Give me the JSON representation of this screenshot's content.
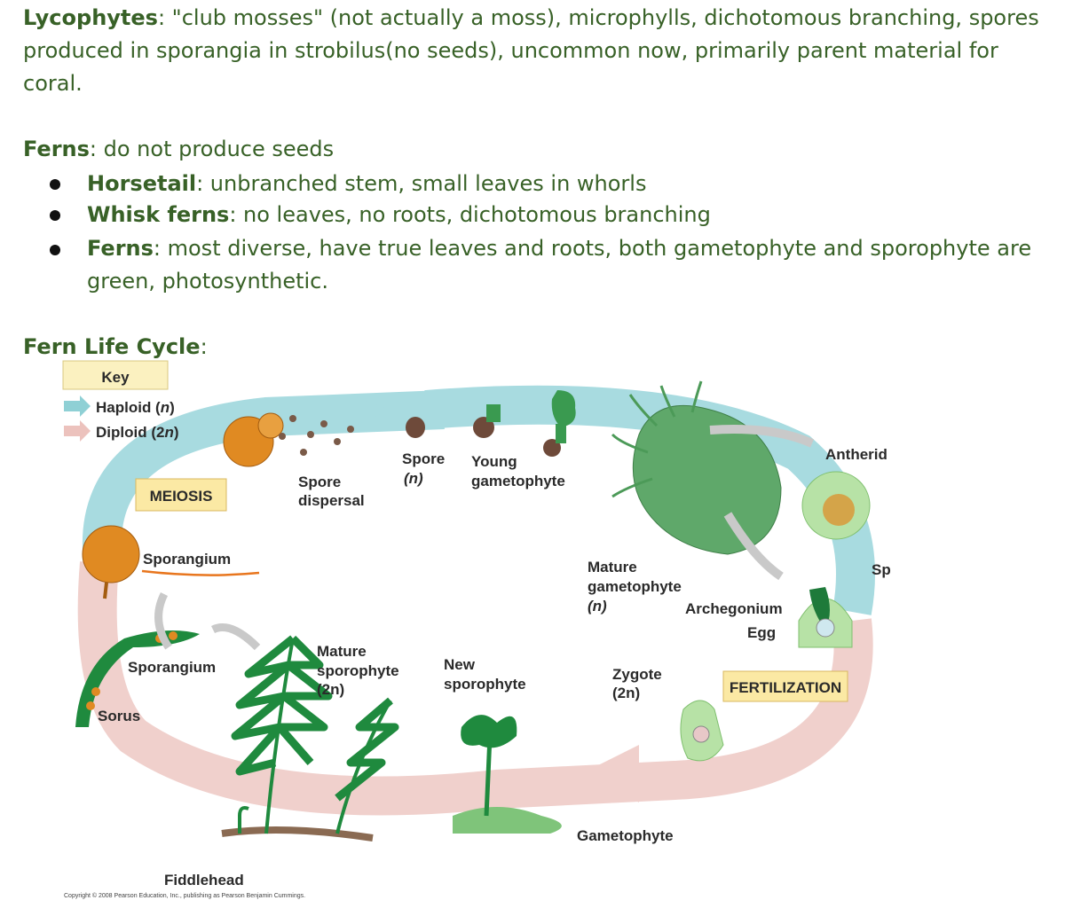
{
  "lycophytes": {
    "term": "Lycophytes",
    "text": ": \"club mosses\" (not actually a moss), microphylls, dichotomous branching, spores produced in sporangia in strobilus(no seeds), uncommon now, primarily parent material for coral."
  },
  "ferns": {
    "term": "Ferns",
    "text": ": do not produce seeds",
    "bullets": [
      {
        "term": "Horsetail",
        "text": ": unbranched stem, small leaves in whorls"
      },
      {
        "term": "Whisk ferns",
        "text": ": no leaves, no roots, dichotomous branching"
      },
      {
        "term": "Ferns",
        "text": ": most diverse, have true leaves and roots, both gametophyte and sporophyte are green, photosynthetic."
      }
    ]
  },
  "lifecycle": {
    "heading": "Fern Life Cycle",
    "colon": ":"
  },
  "diagram": {
    "key_title": "Key",
    "haploid_label": "Haploid (",
    "haploid_n": "n",
    "haploid_close": ")",
    "diploid_label": "Diploid (2",
    "diploid_n": "n",
    "diploid_close": ")",
    "meiosis": "MEIOSIS",
    "fertilization": "FERTILIZATION",
    "sporangium_top": "Sporangium",
    "sporangium_left": "Sporangium",
    "sorus": "Sorus",
    "spore_dispersal_1": "Spore",
    "spore_dispersal_2": "dispersal",
    "spore_1": "Spore",
    "spore_2": "(n)",
    "young_gam_1": "Young",
    "young_gam_2": "gametophyte",
    "mature_gam_1": "Mature",
    "mature_gam_2": "gametophyte",
    "mature_gam_3": "(n)",
    "antherid": "Antherid",
    "sp": "Sp",
    "archegonium": "Archegonium",
    "egg": "Egg",
    "zygote_1": "Zygote",
    "zygote_2": "(2n)",
    "new_sporo_1": "New",
    "new_sporo_2": "sporophyte",
    "mature_sporo_1": "Mature",
    "mature_sporo_2": "sporophyte",
    "mature_sporo_3": "(2n)",
    "gametophyte": "Gametophyte",
    "fiddlehead": "Fiddlehead",
    "copyright": "Copyright © 2008 Pearson Education, Inc., publishing as Pearson Benjamin Cummings."
  },
  "colors": {
    "text_green": "#386127",
    "haploid": "#8fd0d5",
    "diploid": "#ecc2bd",
    "plant_green": "#1f8a3e",
    "sporangium_orange": "#d9841e",
    "label_box": "#fbe9a4"
  }
}
